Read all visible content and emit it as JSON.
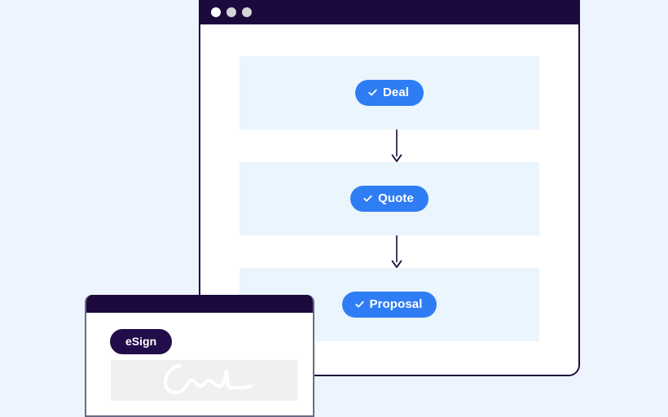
{
  "page": {
    "background_color": "#eef4fe"
  },
  "main_window": {
    "name": "workflow-window",
    "border_color": "#1c0a3e",
    "titlebar": {
      "background_color": "#1c0a3e",
      "dots": [
        {
          "name": "traffic-light-dot-1",
          "color": "#ffffff"
        },
        {
          "name": "traffic-light-dot-2",
          "color": "#d5d5d5"
        },
        {
          "name": "traffic-light-dot-3",
          "color": "#d5d5d5"
        }
      ]
    },
    "row_background_color": "#eaf5fd",
    "arrow_color": "#1c0a3e",
    "steps": [
      {
        "id": "deal",
        "label": "Deal",
        "icon": "check-icon",
        "pill_color": "#2f7df4",
        "text_color": "#ffffff"
      },
      {
        "id": "quote",
        "label": "Quote",
        "icon": "check-icon",
        "pill_color": "#2f7df4",
        "text_color": "#ffffff"
      },
      {
        "id": "proposal",
        "label": "Proposal",
        "icon": "check-icon",
        "pill_color": "#2f7df4",
        "text_color": "#ffffff"
      }
    ],
    "connectors": [
      {
        "id": "deal-to-quote",
        "icon": "down-arrow-icon"
      },
      {
        "id": "quote-to-proposal",
        "icon": "down-arrow-icon"
      }
    ]
  },
  "sign_window": {
    "name": "esign-window",
    "border_color": "#6b6a85",
    "titlebar": {
      "background_color": "#1c0a3e"
    },
    "badge": {
      "label": "eSign",
      "pill_color": "#230c4a",
      "text_color": "#ffffff"
    },
    "signature": {
      "name": "signature-scribble",
      "box_color": "#f0f0f0",
      "stroke_color": "#ffffff"
    }
  }
}
